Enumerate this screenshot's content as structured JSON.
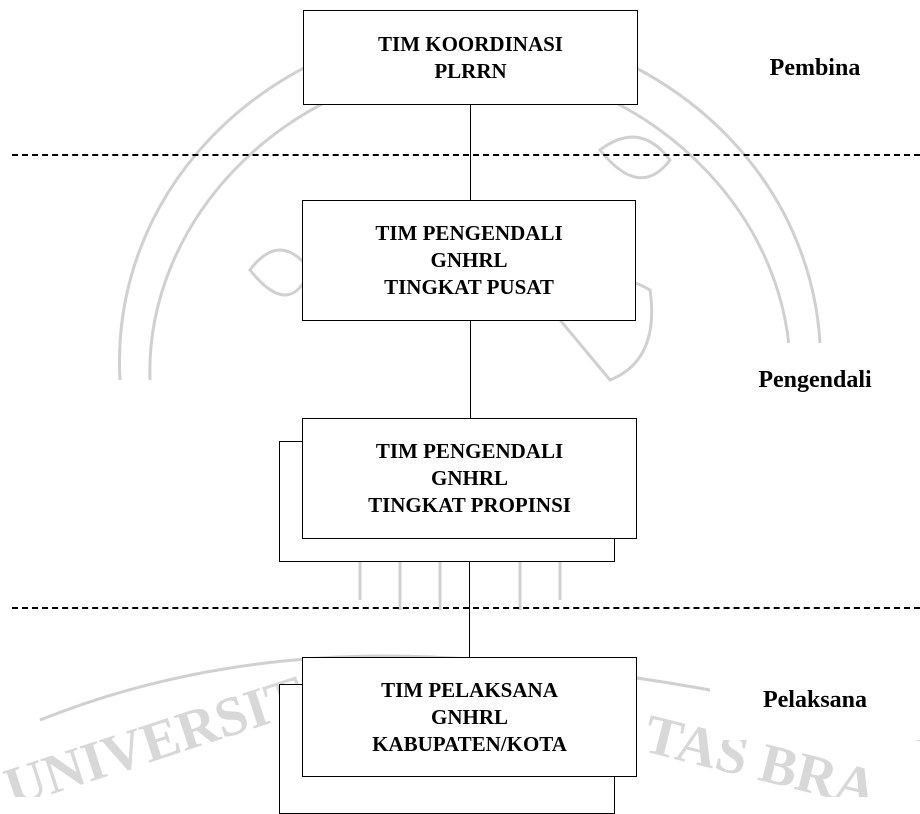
{
  "colors": {
    "line": "#000000",
    "background": "#ffffff",
    "watermark": "#d0d0d0"
  },
  "boxes": {
    "koordinasi": "TIM KOORDINASI\nPLRRN",
    "pusat": "TIM PENGENDALI\nGNHRL\nTINGKAT PUSAT",
    "propinsi": "TIM PENGENDALI\nGNHRL\nTINGKAT PROPINSI",
    "kabupaten": "TIM PELAKSANA\nGNHRL\nKABUPATEN/KOTA"
  },
  "levels": {
    "pembina": "Pembina",
    "pengendali": "Pengendali",
    "pelaksana": "Pelaksana"
  }
}
